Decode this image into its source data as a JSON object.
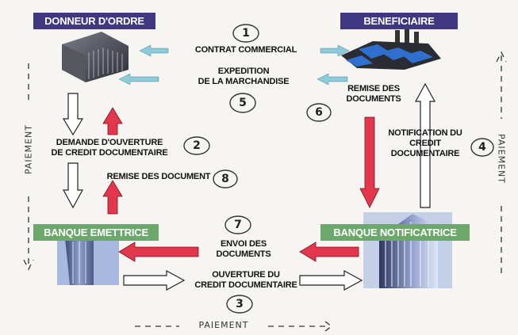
{
  "actors": {
    "donneur": "DONNEUR D'ORDRE",
    "beneficiaire": "BENEFICIAIRE",
    "banque_emettrice": "BANQUE EMETTRICE",
    "banque_notificatrice": "BANQUE NOTIFICATRICE"
  },
  "steps": [
    {
      "num": "1",
      "label": "CONTRAT COMMERCIAL"
    },
    {
      "num": "2",
      "label": "DEMANDE D'OUVERTURE DE CREDIT DOCUMENTAIRE"
    },
    {
      "num": "3",
      "label": "OUVERTURE DU CREDIT DOCUMENTAIRE"
    },
    {
      "num": "4",
      "label": "NOTIFICATION DU CREDIT DOCUMENTAIRE"
    },
    {
      "num": "5",
      "label": "EXPEDITION DE LA MARCHANDISE"
    },
    {
      "num": "6",
      "label": "REMISE DES DOCUMENTS"
    },
    {
      "num": "7",
      "label": "ENVOI DES DOCUMENTS"
    },
    {
      "num": "8",
      "label": "REMISE DES DOCUMENT"
    }
  ],
  "text": {
    "contrat": "CONTRAT COMMERCIAL",
    "expedition_1": "EXPEDITION",
    "expedition_2": "DE LA MARCHANDISE",
    "remise_benef_1": "REMISE DES",
    "remise_benef_2": "DOCUMENTS",
    "demande_1": "DEMANDE D'OUVERTURE",
    "demande_2": "DE CREDIT DOCUMENTAIRE",
    "remise_donneur": "REMISE DES DOCUMENT",
    "notification_1": "NOTIFICATION DU",
    "notification_2": "CREDIT",
    "notification_3": "DOCUMENTAIRE",
    "envoi_1": "ENVOI DES",
    "envoi_2": "DOCUMENTS",
    "ouverture_1": "OUVERTURE DU",
    "ouverture_2": "CREDIT DOCUMENTAIRE"
  },
  "numbers": {
    "n1": "1",
    "n2": "2",
    "n3": "3",
    "n4": "4",
    "n5": "5",
    "n6": "6",
    "n7": "7",
    "n8": "8"
  },
  "paiement": {
    "left": "PAIEMENT",
    "right": "PAIEMENT",
    "bottom": "PAIEMENT"
  },
  "colors": {
    "header_purple": "#3f3780",
    "header_green": "#6ca86c",
    "arrow_red": "#e2374d",
    "arrow_blue": "#8ecad8",
    "arrow_white": "#ffffff"
  }
}
